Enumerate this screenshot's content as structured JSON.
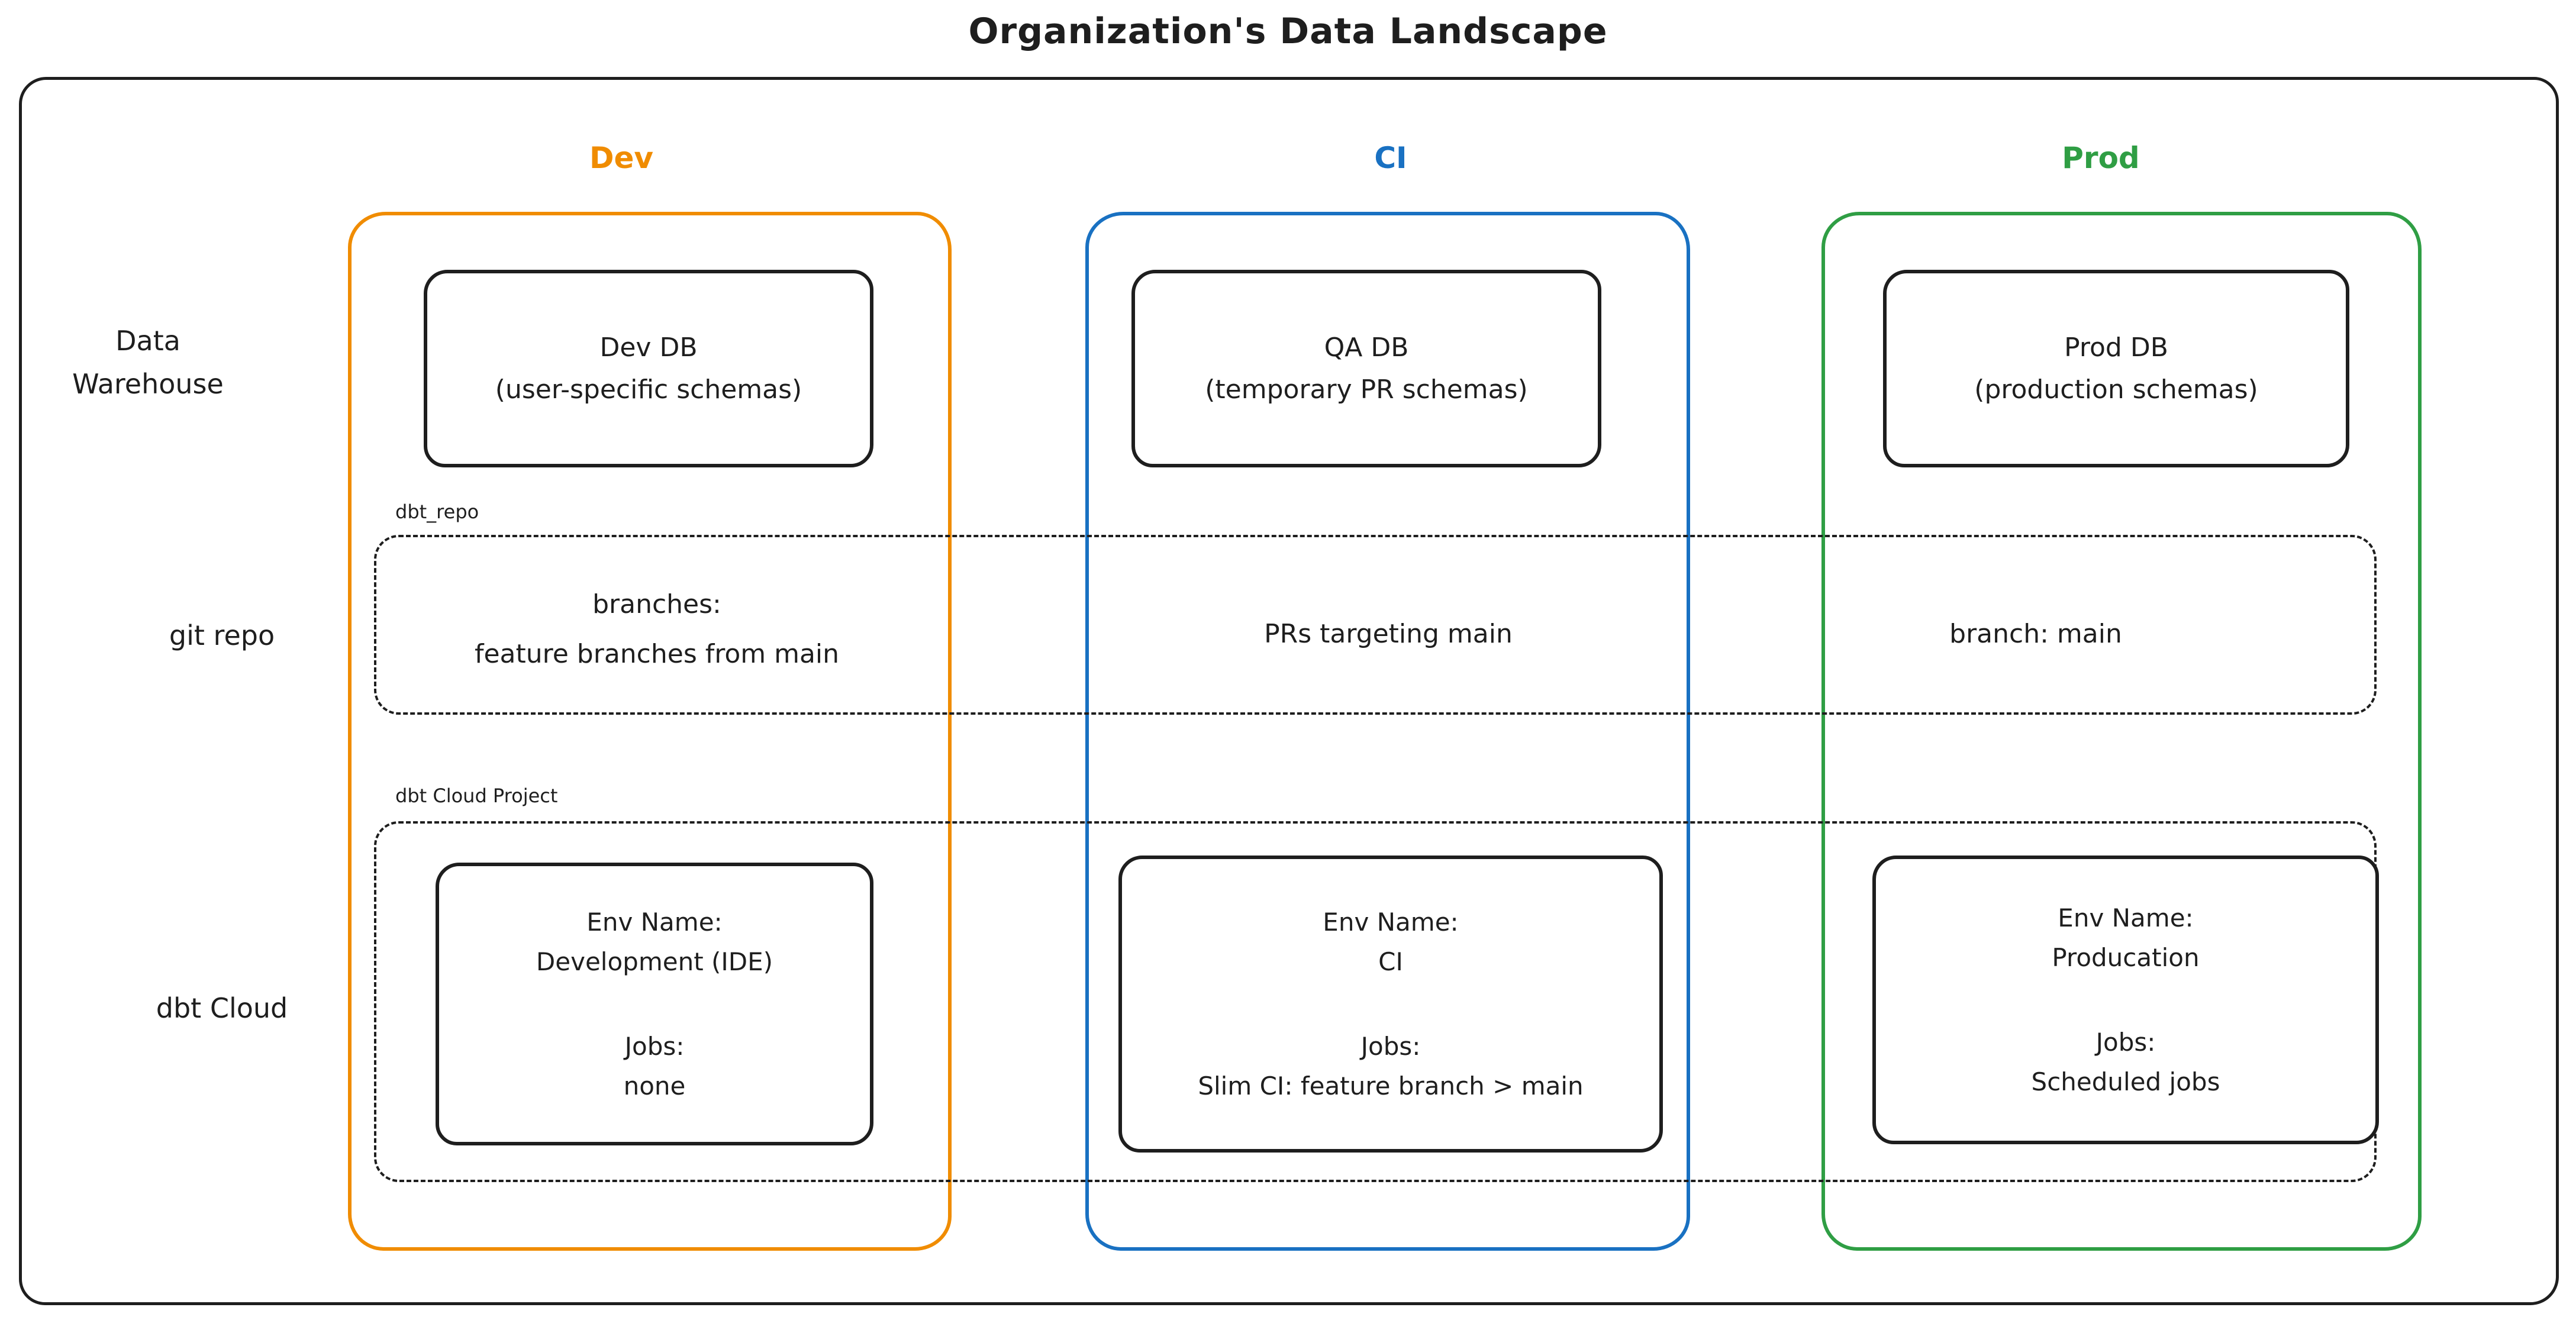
{
  "title": "Organization's Data Landscape",
  "colors": {
    "ink": "#1e1e1e",
    "dev_accent": "#f08c00",
    "ci_accent": "#1971c2",
    "prod_accent": "#2f9e44"
  },
  "columns": {
    "dev": {
      "label": "Dev"
    },
    "ci": {
      "label": "CI"
    },
    "prod": {
      "label": "Prod"
    }
  },
  "row_labels": {
    "data_warehouse": "Data Warehouse",
    "git_repo": "git repo",
    "dbt_cloud": "dbt Cloud"
  },
  "warehouse": {
    "dev": {
      "name": "Dev DB",
      "detail": "(user-specific schemas)"
    },
    "ci": {
      "name": "QA DB",
      "detail": "(temporary PR schemas)"
    },
    "prod": {
      "name": "Prod DB",
      "detail": "(production schemas)"
    }
  },
  "git_repo": {
    "group_label": "dbt_repo",
    "dev_line1": "branches:",
    "dev_line2": "feature branches from main",
    "ci": "PRs targeting main",
    "prod": "branch: main"
  },
  "dbt_cloud": {
    "group_label": "dbt Cloud Project",
    "dev": {
      "env_label": "Env Name:",
      "env_name": "Development (IDE)",
      "jobs_label": "Jobs:",
      "jobs": "none"
    },
    "ci": {
      "env_label": "Env Name:",
      "env_name": "CI",
      "jobs_label": "Jobs:",
      "jobs": "Slim CI: feature branch > main"
    },
    "prod": {
      "env_label": "Env Name:",
      "env_name": "Producation",
      "jobs_label": "Jobs:",
      "jobs": "Scheduled jobs"
    }
  }
}
